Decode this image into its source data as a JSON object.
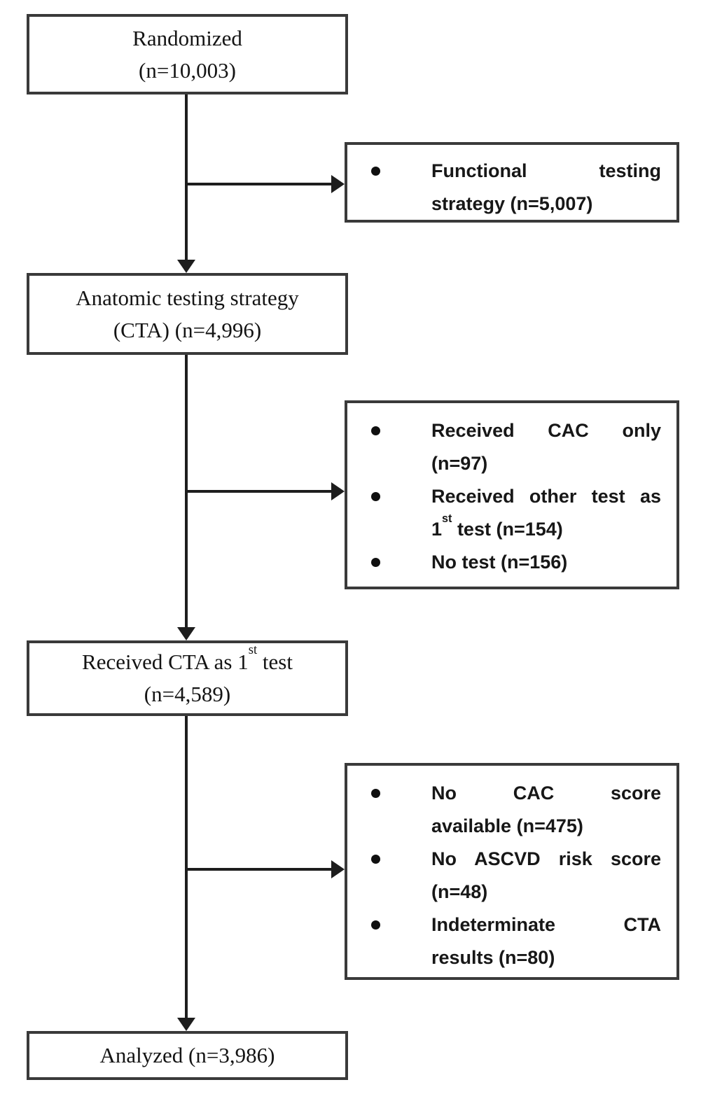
{
  "boxes": {
    "randomized": {
      "line1": "Randomized",
      "line2": "(n=10,003)"
    },
    "functional": {
      "line1": "Functional testing",
      "line2": "strategy (n=5,007)"
    },
    "anatomic": {
      "line1": "Anatomic testing strategy",
      "line2": "(CTA) (n=4,996)"
    },
    "cta_exclusions": {
      "b1_line1": "Received CAC only",
      "b1_line2": "(n=97)",
      "b2_line1": "Received other test as",
      "b2_line2_num": "1",
      "b2_line2_sup": "st",
      "b2_line2_rest": " test (n=154)",
      "b3_line1": "No test (n=156)"
    },
    "received_cta": {
      "line1_pre": "Received CTA as 1",
      "line1_sup": "st",
      "line1_post": " test",
      "line2": "(n=4,589)"
    },
    "analysis_exclusions": {
      "b1_line1": "No CAC score",
      "b1_line2": "available (n=475)",
      "b2_line1": "No ASCVD risk score",
      "b2_line2": "(n=48)",
      "b3_line1": "Indeterminate CTA",
      "b3_line2": "results (n=80)"
    },
    "analyzed": {
      "line1": "Analyzed (n=3,986)"
    }
  },
  "colors": {
    "box_border": "#3a3a3a",
    "connector": "#1d1d1d",
    "text": "#141414",
    "background": "#ffffff"
  }
}
